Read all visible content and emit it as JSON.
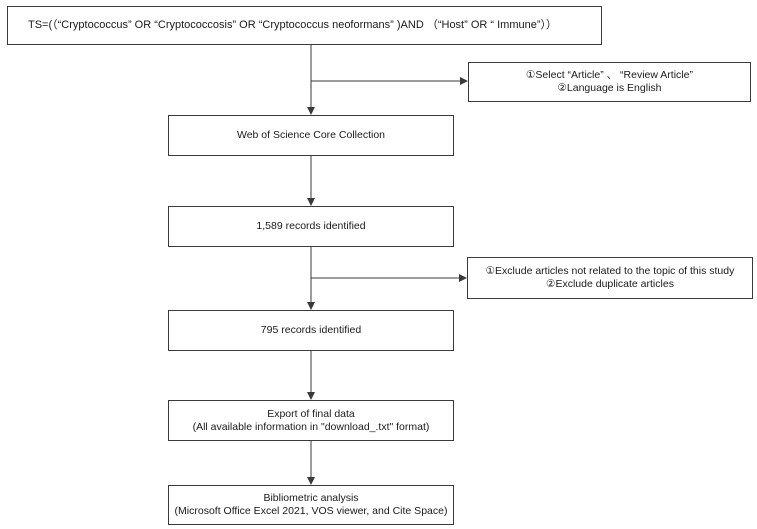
{
  "query": {
    "text": "TS=(（“Cryptococcus” OR “Cryptococcosis” OR “Cryptococcus neoformans” )AND （“Host” OR “ Immune”））"
  },
  "filter1": {
    "line1": "①Select “Article” 、 “Review Article”",
    "line2": "②Language is English"
  },
  "wos": {
    "label": "Web of Science Core Collection"
  },
  "records1": {
    "label": "1,589 records identified"
  },
  "filter2": {
    "line1": "①Exclude articles not related to the topic of this study",
    "line2": "②Exclude duplicate articles"
  },
  "records2": {
    "label": "795 records identified"
  },
  "export": {
    "line1": "Export of final data",
    "line2": "(All available information in \"download_.txt\" format)"
  },
  "biblio": {
    "line1": "Bibliometric analysis",
    "line2": "(Microsoft Office Excel 2021, VOS viewer, and Cite Space)"
  }
}
